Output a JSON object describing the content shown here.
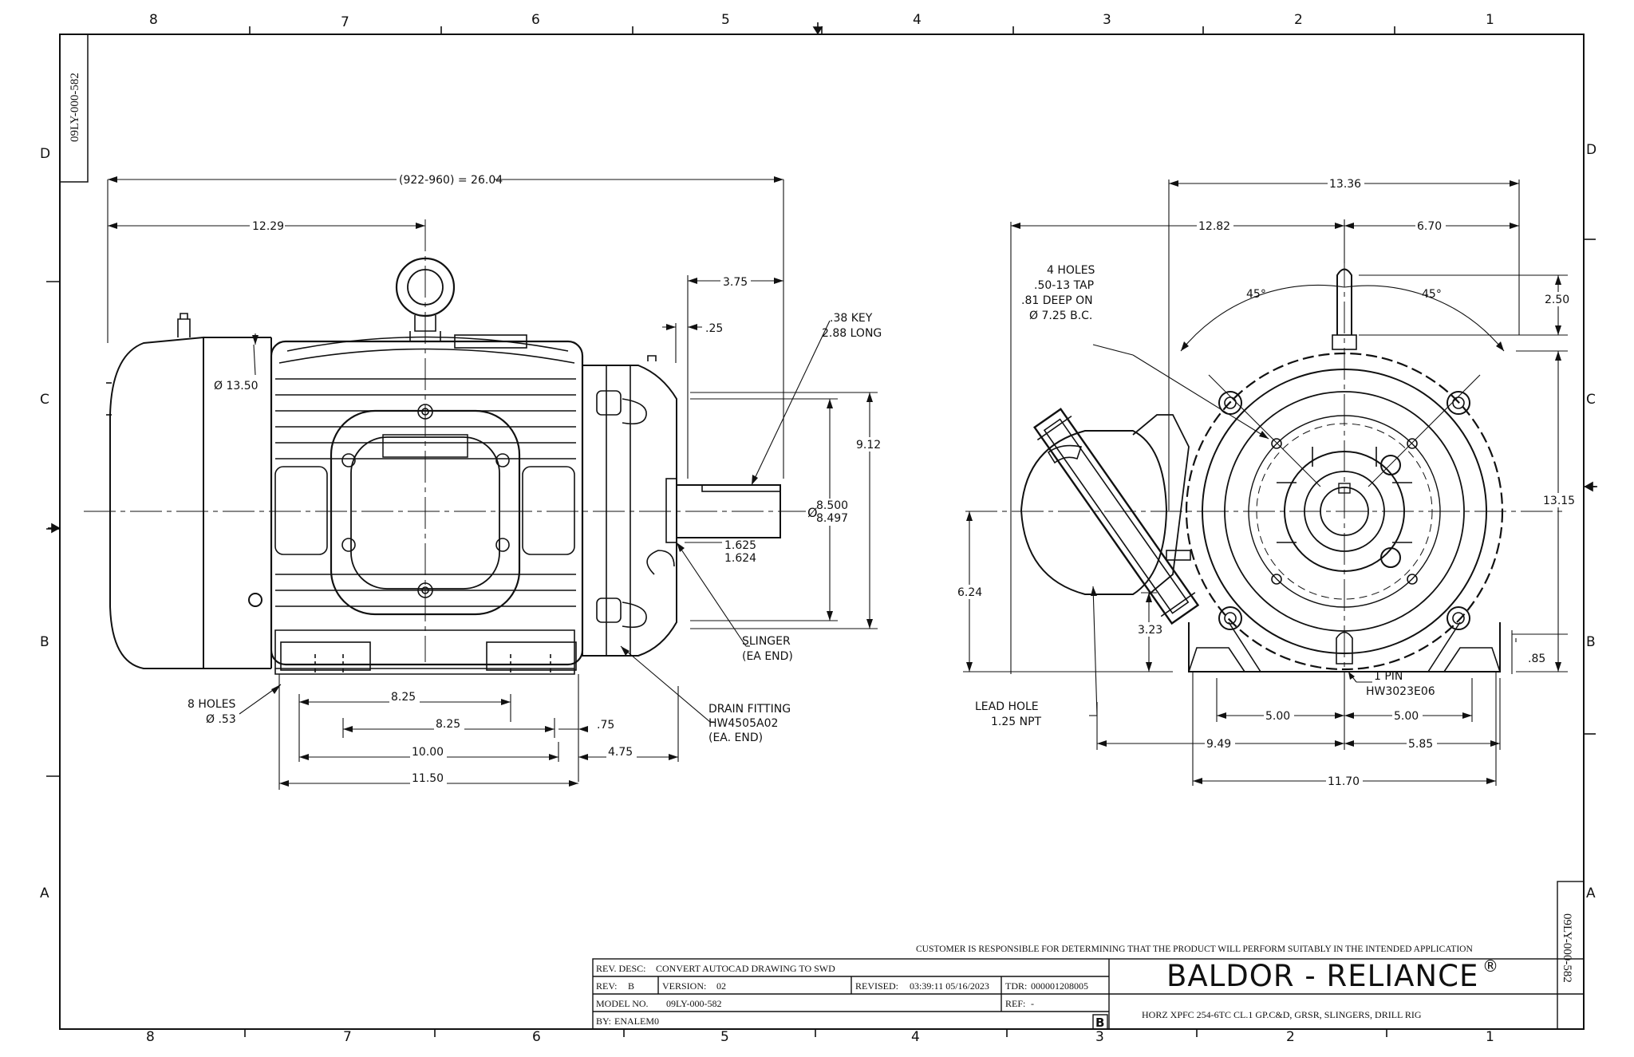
{
  "zones": {
    "columns_top": [
      "8",
      "7",
      "6",
      "5",
      "4",
      "3",
      "2",
      "1"
    ],
    "columns_bottom": [
      "8",
      "7",
      "6",
      "5",
      "4",
      "3",
      "2",
      "1"
    ],
    "rows_left": [
      "D",
      "C",
      "B",
      "A"
    ],
    "rows_right": [
      "D",
      "C",
      "B",
      "A"
    ]
  },
  "drawing_id": "09LY-000-582",
  "side_view": {
    "overall": "(922-960) = 26.04",
    "d_1229": "12.29",
    "d_375": "3.75",
    "d_25": ".25",
    "key_line1": ".38 KEY",
    "key_line2": "2.88 LONG",
    "d_912": "9.12",
    "d_8500": "8.500",
    "d_8497": "8.497",
    "dia_symbol": "Ø",
    "d_1625": "1.625",
    "d_1624": "1.624",
    "d_1350": "Ø 13.50",
    "slinger_1": "SLINGER",
    "slinger_2": "(EA END)",
    "drain_1": "DRAIN FITTING",
    "drain_2": "HW4505A02",
    "drain_3": "(EA. END)",
    "holes_1": "8 HOLES",
    "holes_2": "Ø .53",
    "d_825a": "8.25",
    "d_825b": "8.25",
    "d_75": ".75",
    "d_1000": "10.00",
    "d_475": "4.75",
    "d_1150": "11.50"
  },
  "end_view": {
    "d_1336": "13.36",
    "d_1282": "12.82",
    "d_670": "6.70",
    "tap_1": "4 HOLES",
    "tap_2": ".50-13 TAP",
    "tap_3": ".81 DEEP ON",
    "tap_4": "Ø 7.25 B.C.",
    "ang_1": "45°",
    "ang_2": "45°",
    "d_250": "2.50",
    "d_1315": "13.15",
    "d_624": "6.24",
    "d_323": "3.23",
    "d_85": ".85",
    "pin_1": "1 PIN",
    "pin_2": "HW3023E06",
    "lead_1": "LEAD HOLE",
    "lead_2": "1.25 NPT",
    "d_500a": "5.00",
    "d_500b": "5.00",
    "d_949": "9.49",
    "d_585": "5.85",
    "d_1170": "11.70"
  },
  "title_block": {
    "disclaimer": "CUSTOMER IS RESPONSIBLE FOR DETERMINING THAT THE PRODUCT WILL PERFORM SUITABLY IN THE INTENDED APPLICATION",
    "rev_desc_label": "REV. DESC:",
    "rev_desc": "CONVERT AUTOCAD DRAWING TO SWD",
    "rev_label": "REV:",
    "rev": "B",
    "version_label": "VERSION:",
    "version": "02",
    "revised_label": "REVISED:",
    "revised": "03:39:11 05/16/2023",
    "tdr_label": "TDR:",
    "tdr": "000001208005",
    "model_label": "MODEL NO.",
    "model": "09LY-000-582",
    "ref_label": "REF:",
    "ref": "-",
    "by_label": "BY:",
    "by": "ENALEM0",
    "sheet_rev": "B",
    "brand": "BALDOR - RELIANCE",
    "brand_mark": "®",
    "description": "HORZ XPFC 254-6TC CL.1 GP.C&D, GRSR, SLINGERS, DRILL RIG"
  }
}
